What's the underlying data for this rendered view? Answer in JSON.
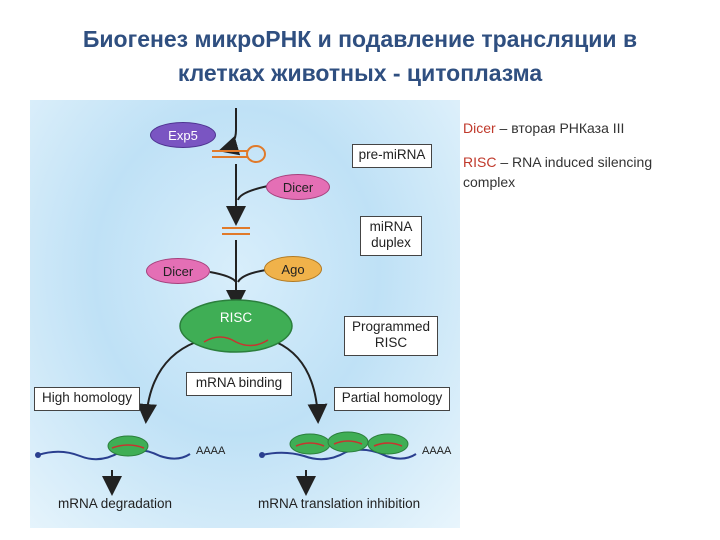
{
  "title": {
    "line1": "Биогенез микроРНК и подавление трансляции в",
    "line2": "клетках животных - цитоплазма"
  },
  "nodes": {
    "exp5": "Exp5",
    "dicer1": "Dicer",
    "dicer2": "Dicer",
    "ago": "Ago",
    "risc": "RISC"
  },
  "labels": {
    "pre_mirna": "pre-miRNA",
    "mirna_duplex_l1": "miRNA",
    "mirna_duplex_l2": "duplex",
    "programmed_l1": "Programmed",
    "programmed_l2": "RISC",
    "mrna_binding": "mRNA binding",
    "high_homology": "High homology",
    "partial_homology": "Partial homology",
    "poly_a_1": "AAAA",
    "poly_a_2": "AAAA",
    "mrna_degradation": "mRNA degradation",
    "translation_inhibition": "mRNA translation inhibition"
  },
  "notes": {
    "dicer_term": "Dicer",
    "dicer_def": " – вторая РНКаза III",
    "risc_term": "RISC",
    "risc_def": " – RNA induced silencing complex"
  },
  "colors": {
    "title": "#2f4f80",
    "exp5": "#7a55c2",
    "dicer": "#e46fb5",
    "ago": "#f0b24a",
    "risc": "#3fae55",
    "mrna": "#2a3f8f",
    "accent": "#c0392b"
  }
}
